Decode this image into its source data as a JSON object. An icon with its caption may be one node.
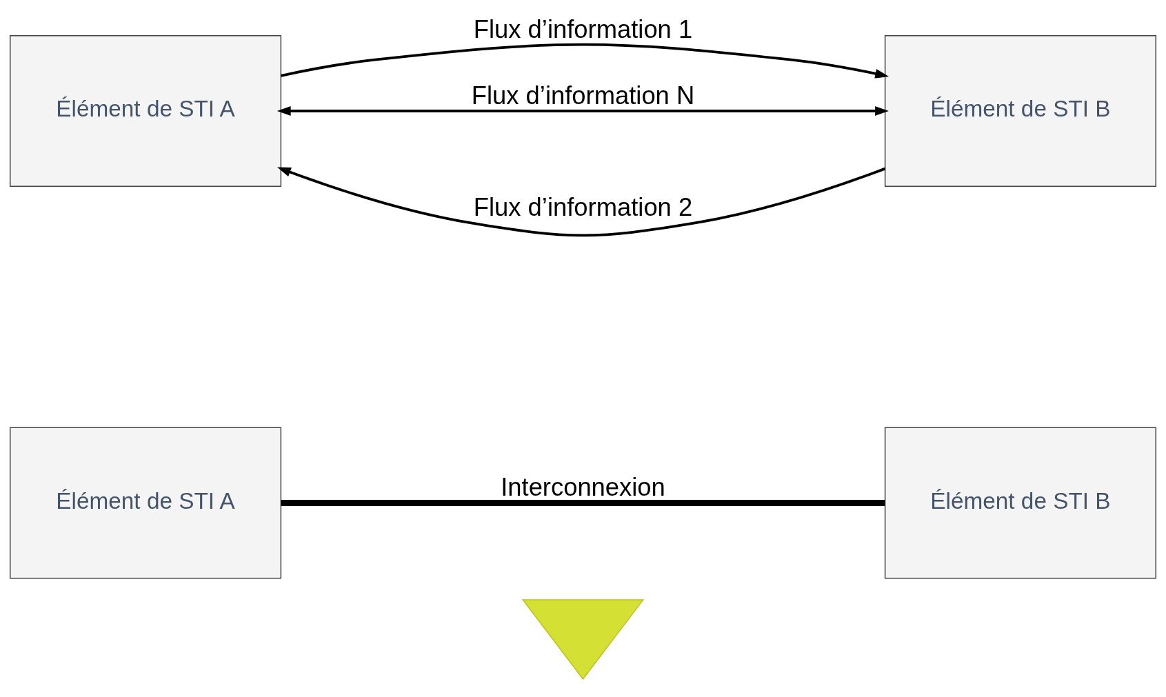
{
  "diagram": {
    "nodes": [
      {
        "text": [
          "Élément de STI A"
        ]
      },
      {
        "text": [
          "Élément de STI B"
        ]
      },
      {
        "text": [
          "Élément de STI A"
        ]
      },
      {
        "text": [
          "Élément de STI B"
        ]
      },
      {
        "text": [],
        "shape": "arrow"
      }
    ],
    "edges": [
      {
        "from": 0,
        "to": 1,
        "arrow": "none",
        "label": "Interconnexion",
        "style": "thick"
      },
      {
        "from": 2,
        "to": 3,
        "arrow": "to",
        "label": "Flux d’information 1"
      },
      {
        "from": 3,
        "to": 2,
        "arrow": "to",
        "label": "Flux d’information 2"
      },
      {
        "from": 2,
        "to": 3,
        "arrow": "both",
        "label": "Flux d’information N"
      }
    ]
  }
}
